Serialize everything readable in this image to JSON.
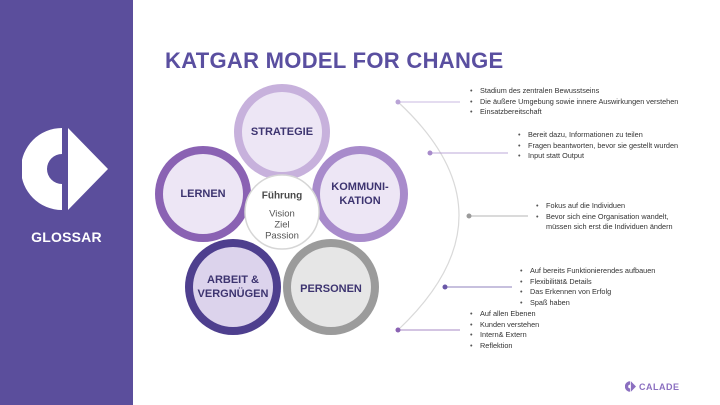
{
  "sidebar": {
    "logo_icon": "calade-logo-icon",
    "label": "GLOSSAR"
  },
  "title": "KATGAR MODEL FOR CHANGE",
  "petals": [
    {
      "label": "STRATEGIE",
      "color": "#c7b1dc",
      "inner": "#ede6f5"
    },
    {
      "label": "KOMMUNI-\nKATION",
      "color": "#a88bcb",
      "inner": "#ede6f5"
    },
    {
      "label": "PERSONEN",
      "color": "#9b9b9b",
      "inner": "#e6e6e6"
    },
    {
      "label": "ARBEIT &\nVERGNÜGEN",
      "color": "#4e3f8e",
      "inner": "#dcd3ec"
    },
    {
      "label": "LERNEN",
      "color": "#8a62b3",
      "inner": "#ede6f5"
    }
  ],
  "center": {
    "title": "Führung",
    "words": [
      "Vision",
      "Ziel",
      "Passion"
    ]
  },
  "bullet_groups": [
    {
      "items": [
        "Stadium des zentralen Bewusstseins",
        "Die äußere Umgebung sowie innere Auswirkungen verstehen",
        "Einsatzbereitschaft"
      ]
    },
    {
      "items": [
        "Bereit dazu, Informationen zu teilen",
        "Fragen beantworten, bevor sie gestellt wurden",
        "Input statt Output"
      ]
    },
    {
      "items": [
        "Fokus auf die Individuen",
        "Bevor sich eine Organisation wandelt,\nmüssen sich erst die Individuen ändern"
      ]
    },
    {
      "items": [
        "Auf bereits Funktionierendes aufbauen",
        "Flexibilität& Details",
        "Das Erkennen von Erfolg",
        "Spaß haben"
      ]
    },
    {
      "items": [
        "Auf allen Ebenen",
        "Kunden verstehen",
        "Intern& Extern",
        "Reflektion"
      ]
    }
  ],
  "connector_colors": [
    "#b9a3d6",
    "#a88bcb",
    "#9b9b9b",
    "#6a58a8",
    "#8a62b3"
  ],
  "brand": {
    "icon": "calade-small-logo-icon",
    "name": "CALADE",
    "color": "#8b6fc0"
  }
}
